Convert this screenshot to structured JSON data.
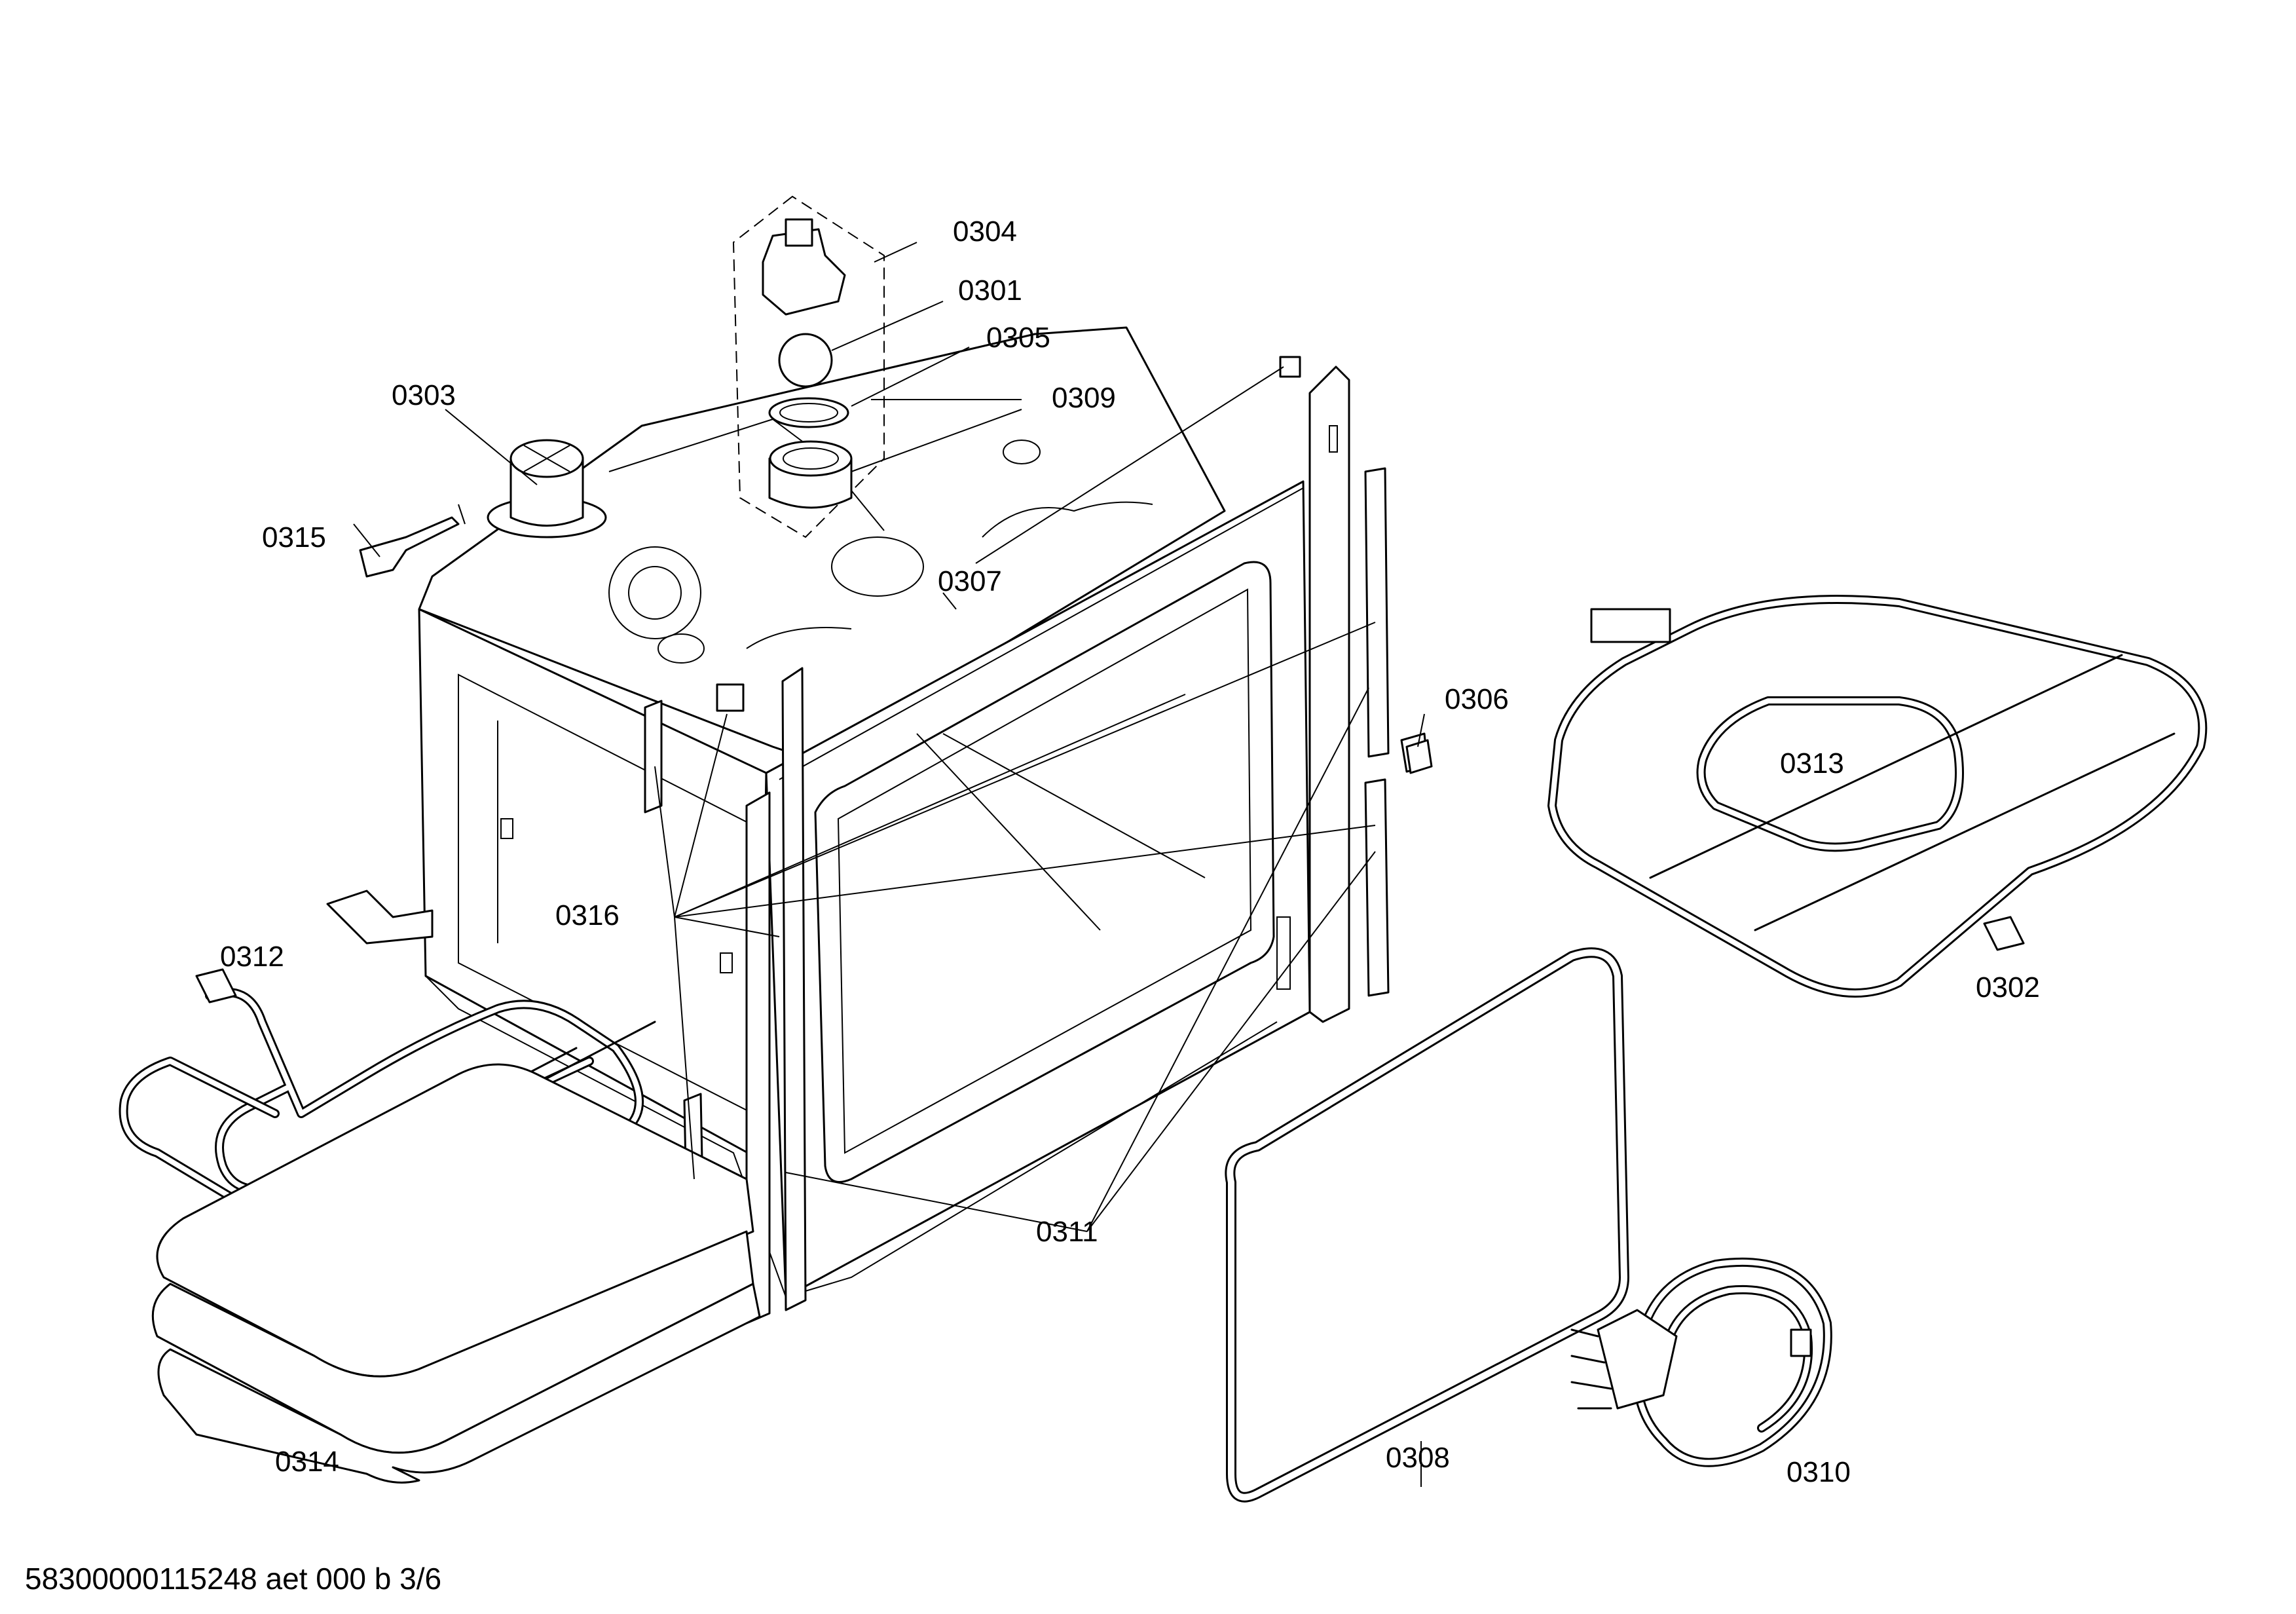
{
  "parts": {
    "p0301": "0301",
    "p0302": "0302",
    "p0303": "0303",
    "p0304": "0304",
    "p0305": "0305",
    "p0306": "0306",
    "p0307": "0307",
    "p0308": "0308",
    "p0309": "0309",
    "p0310": "0310",
    "p0311": "0311",
    "p0312": "0312",
    "p0313": "0313",
    "p0314": "0314",
    "p0315": "0315",
    "p0316": "0316"
  },
  "footer": {
    "document_id": "58300000115248 aet 000 b 3/6"
  }
}
